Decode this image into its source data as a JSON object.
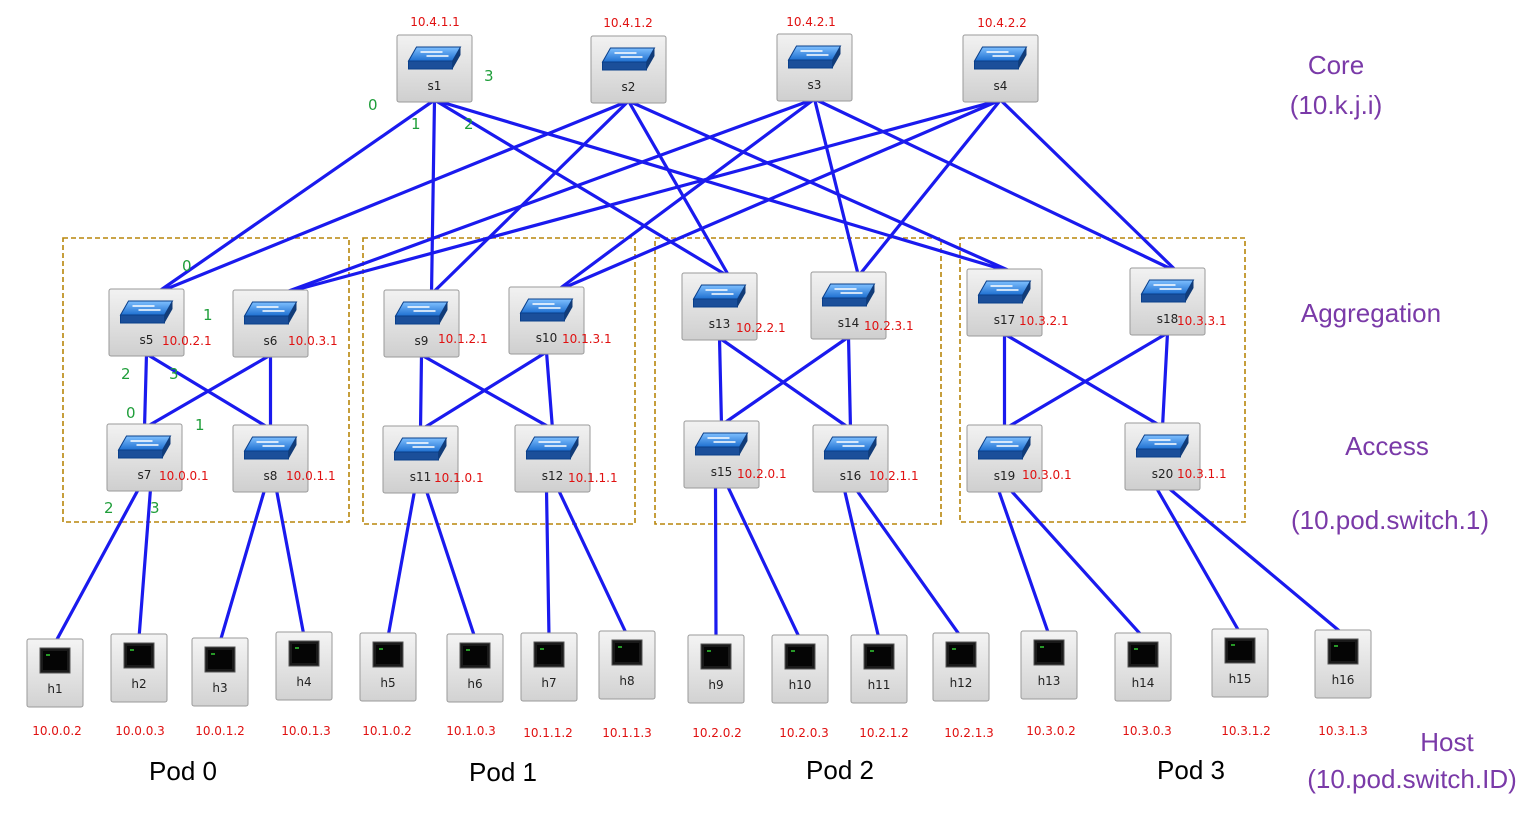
{
  "colors": {
    "link": "#1a1aee",
    "ip": "#e01010",
    "port": "#1f9e3a",
    "layer_label": "#7a3aa8",
    "pod_box": "#b8860b"
  },
  "layers": {
    "core": {
      "name": "Core",
      "scheme": "(10.k.j.i)"
    },
    "aggregation": {
      "name": "Aggregation"
    },
    "access": {
      "name": "Access",
      "scheme": "(10.pod.switch.1)"
    },
    "host": {
      "name": "Host",
      "scheme": "(10.pod.switch.ID)"
    }
  },
  "pods": [
    "Pod 0",
    "Pod 1",
    "Pod 2",
    "Pod 3"
  ],
  "switches": [
    {
      "id": "s1",
      "ip": "10.4.1.1"
    },
    {
      "id": "s2",
      "ip": "10.4.1.2"
    },
    {
      "id": "s3",
      "ip": "10.4.2.1"
    },
    {
      "id": "s4",
      "ip": "10.4.2.2"
    },
    {
      "id": "s5",
      "ip": "10.0.2.1"
    },
    {
      "id": "s6",
      "ip": "10.0.3.1"
    },
    {
      "id": "s9",
      "ip": "10.1.2.1"
    },
    {
      "id": "s10",
      "ip": "10.1.3.1"
    },
    {
      "id": "s13",
      "ip": "10.2.2.1"
    },
    {
      "id": "s14",
      "ip": "10.2.3.1"
    },
    {
      "id": "s17",
      "ip": "10.3.2.1"
    },
    {
      "id": "s18",
      "ip": "10.3.3.1"
    },
    {
      "id": "s7",
      "ip": "10.0.0.1"
    },
    {
      "id": "s8",
      "ip": "10.0.1.1"
    },
    {
      "id": "s11",
      "ip": "10.1.0.1"
    },
    {
      "id": "s12",
      "ip": "10.1.1.1"
    },
    {
      "id": "s15",
      "ip": "10.2.0.1"
    },
    {
      "id": "s16",
      "ip": "10.2.1.1"
    },
    {
      "id": "s19",
      "ip": "10.3.0.1"
    },
    {
      "id": "s20",
      "ip": "10.3.1.1"
    }
  ],
  "hosts": [
    {
      "id": "h1",
      "ip": "10.0.0.2"
    },
    {
      "id": "h2",
      "ip": "10.0.0.3"
    },
    {
      "id": "h3",
      "ip": "10.0.1.2"
    },
    {
      "id": "h4",
      "ip": "10.0.1.3"
    },
    {
      "id": "h5",
      "ip": "10.1.0.2"
    },
    {
      "id": "h6",
      "ip": "10.1.0.3"
    },
    {
      "id": "h7",
      "ip": "10.1.1.2"
    },
    {
      "id": "h8",
      "ip": "10.1.1.3"
    },
    {
      "id": "h9",
      "ip": "10.2.0.2"
    },
    {
      "id": "h10",
      "ip": "10.2.0.3"
    },
    {
      "id": "h11",
      "ip": "10.2.1.2"
    },
    {
      "id": "h12",
      "ip": "10.2.1.3"
    },
    {
      "id": "h13",
      "ip": "10.3.0.2"
    },
    {
      "id": "h14",
      "ip": "10.3.0.3"
    },
    {
      "id": "h15",
      "ip": "10.3.1.2"
    },
    {
      "id": "h16",
      "ip": "10.3.1.3"
    }
  ],
  "ports": {
    "s1": [
      "0",
      "1",
      "2",
      "3"
    ],
    "s5": [
      "0",
      "1",
      "2",
      "3"
    ],
    "s7": [
      "0",
      "1",
      "2",
      "3"
    ]
  },
  "links": [
    [
      "s1",
      "s5"
    ],
    [
      "s1",
      "s9"
    ],
    [
      "s1",
      "s13"
    ],
    [
      "s1",
      "s17"
    ],
    [
      "s2",
      "s5"
    ],
    [
      "s2",
      "s9"
    ],
    [
      "s2",
      "s13"
    ],
    [
      "s2",
      "s17"
    ],
    [
      "s3",
      "s6"
    ],
    [
      "s3",
      "s10"
    ],
    [
      "s3",
      "s14"
    ],
    [
      "s3",
      "s18"
    ],
    [
      "s4",
      "s6"
    ],
    [
      "s4",
      "s10"
    ],
    [
      "s4",
      "s14"
    ],
    [
      "s4",
      "s18"
    ],
    [
      "s5",
      "s7"
    ],
    [
      "s5",
      "s8"
    ],
    [
      "s6",
      "s7"
    ],
    [
      "s6",
      "s8"
    ],
    [
      "s9",
      "s11"
    ],
    [
      "s9",
      "s12"
    ],
    [
      "s10",
      "s11"
    ],
    [
      "s10",
      "s12"
    ],
    [
      "s13",
      "s15"
    ],
    [
      "s13",
      "s16"
    ],
    [
      "s14",
      "s15"
    ],
    [
      "s14",
      "s16"
    ],
    [
      "s17",
      "s19"
    ],
    [
      "s17",
      "s20"
    ],
    [
      "s18",
      "s19"
    ],
    [
      "s18",
      "s20"
    ],
    [
      "s7",
      "h1"
    ],
    [
      "s7",
      "h2"
    ],
    [
      "s8",
      "h3"
    ],
    [
      "s8",
      "h4"
    ],
    [
      "s11",
      "h5"
    ],
    [
      "s11",
      "h6"
    ],
    [
      "s12",
      "h7"
    ],
    [
      "s12",
      "h8"
    ],
    [
      "s15",
      "h9"
    ],
    [
      "s15",
      "h10"
    ],
    [
      "s16",
      "h11"
    ],
    [
      "s16",
      "h12"
    ],
    [
      "s19",
      "h13"
    ],
    [
      "s19",
      "h14"
    ],
    [
      "s20",
      "h15"
    ],
    [
      "s20",
      "h16"
    ]
  ]
}
